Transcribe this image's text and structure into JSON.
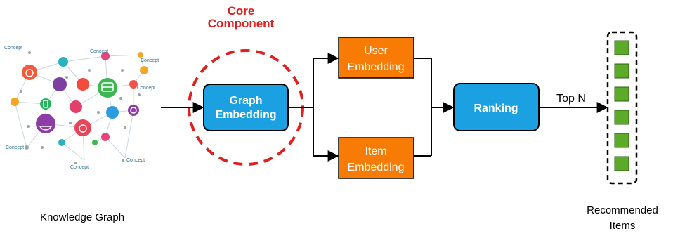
{
  "core": {
    "line1": "Core",
    "line2": "Component",
    "color": "#e0201f"
  },
  "graph_embedding": {
    "line1": "Graph",
    "line2": "Embedding",
    "color": "#1ba1e2"
  },
  "user_embedding": {
    "line1": "User",
    "line2": "Embedding",
    "color": "#f87b06"
  },
  "item_embedding": {
    "line1": "Item",
    "line2": "Embedding",
    "color": "#f87b06"
  },
  "ranking": {
    "label": "Ranking",
    "color": "#1ba1e2"
  },
  "top_n": {
    "label": "Top N"
  },
  "knowledge_graph": {
    "label": "Knowledge Graph",
    "concept_labels": [
      "Concept",
      "Concept",
      "Concept",
      "Concept",
      "Concept",
      "Concept",
      "Concept"
    ]
  },
  "recommended": {
    "line1": "Recommended",
    "line2": "Items",
    "item_count": 6,
    "item_color": "#5bab29"
  }
}
